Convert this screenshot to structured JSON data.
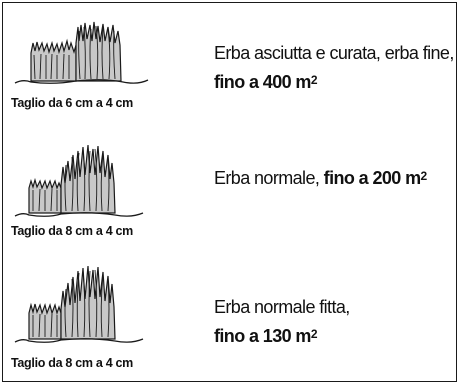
{
  "rows": [
    {
      "caption": "Taglio da 6 cm a 4 cm",
      "desc_plain": "Erba asciutta e curata, erba fine,",
      "desc_bold": "fino a 400 m",
      "unit_exp": "2"
    },
    {
      "caption": "Taglio da 8 cm a 4 cm",
      "desc_plain": "Erba normale,",
      "desc_bold": "fino a 200 m",
      "unit_exp": "2"
    },
    {
      "caption": "Taglio da 8 cm a 4 cm",
      "desc_plain": "Erba normale fitta,",
      "desc_bold": "fino a 130 m",
      "unit_exp": "2"
    }
  ],
  "icons": [
    "grass-cut-icon",
    "grass-cut-icon",
    "grass-cut-icon"
  ],
  "colors": {
    "grass_fill": "#c8c8c8",
    "stroke": "#1a1a1a",
    "border": "#1a1a1a"
  }
}
